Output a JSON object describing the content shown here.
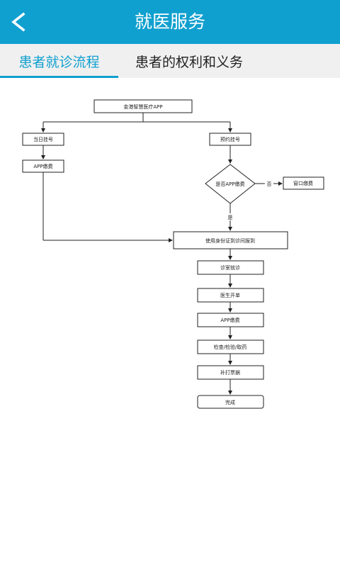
{
  "header": {
    "title": "就医服务",
    "back_icon": "chevron-left-icon"
  },
  "tabs": [
    {
      "label": "患者就诊流程"
    },
    {
      "label": "患者的权利和义务"
    }
  ],
  "flowchart": {
    "start": "金港智慧医疗APP",
    "same_day": "当日挂号",
    "appointment": "预约挂号",
    "app_pay_left": "APP缴费",
    "decision": "是否APP缴费",
    "no_label": "否",
    "window_pay": "窗口缴费",
    "yes_label": "是",
    "checkin": "使用身份证到诊间报到",
    "visit": "诊室就诊",
    "doctor": "医生开单",
    "app_pay": "APP缴费",
    "exam": "检查/检验/取药",
    "invoice": "补打票据",
    "done": "完成"
  },
  "colors": {
    "accent": "#10a0cf"
  }
}
